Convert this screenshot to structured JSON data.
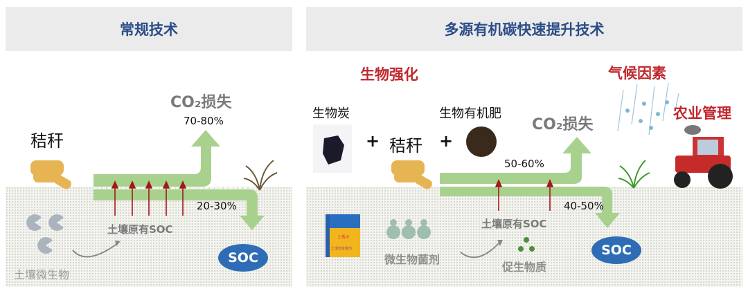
{
  "left": {
    "title": "常规技术",
    "straw": "秸秆",
    "co2_loss": "CO₂损失",
    "co2_pct": "70-80%",
    "soc_pct": "20-30%",
    "native_soc": "土壤原有SOC",
    "microbes": "土壤微生物",
    "soc": "SOC"
  },
  "right": {
    "title": "多源有机碳快速提升技术",
    "bio_enhance": "生物强化",
    "biochar": "生物炭",
    "plus": "+",
    "straw": "秸秆",
    "organic_fert": "生物有机肥",
    "co2_loss": "CO₂损失",
    "co2_pct": "50-60%",
    "soc_pct": "40-50%",
    "native_soc": "土壤原有SOC",
    "climate": "气候因素",
    "agri_mgmt": "农业管理",
    "microbial_agent": "微生物菌剂",
    "growth_promoter": "促生物质",
    "soc": "SOC",
    "package_brand": "土秀才",
    "package_label": "土壤修复菌剂"
  },
  "colors": {
    "title": "#2c4d88",
    "arrow_green": "#a9d18e",
    "soc_blue": "#2e6db5",
    "red": "#c0282d"
  }
}
